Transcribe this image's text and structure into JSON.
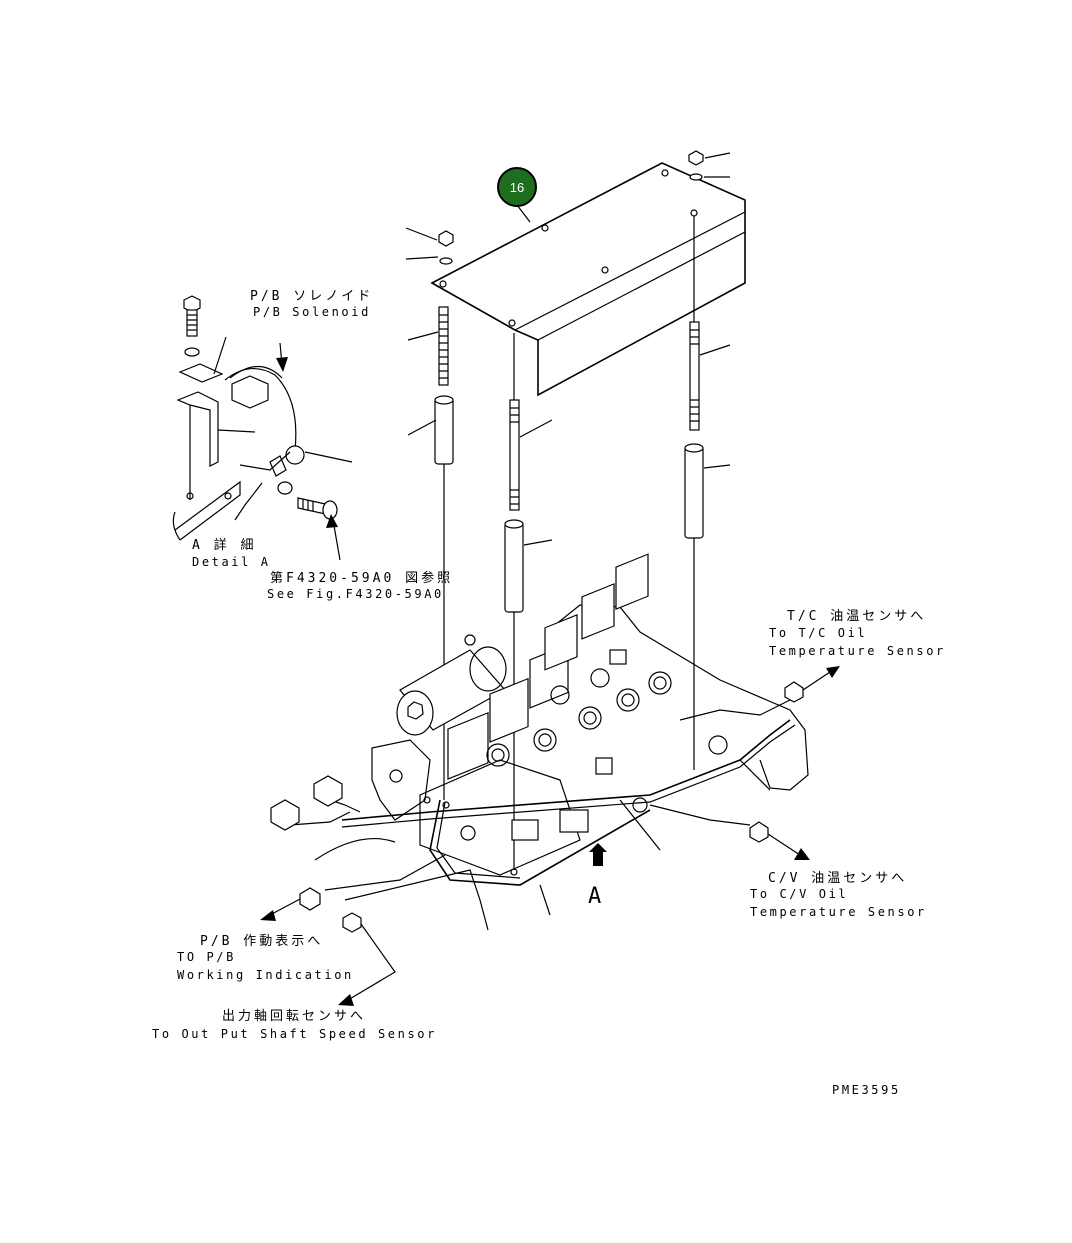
{
  "callout": {
    "number": "16",
    "color": "#1f6e1f"
  },
  "labels": {
    "pb_solenoid_jp": "P/B ソレノイド",
    "pb_solenoid_en": "P/B Solenoid",
    "detail_a_jp": "A 詳 細",
    "detail_a_en": "Detail A",
    "see_fig_jp": "第F4320-59A0 図参照",
    "see_fig_en": "See Fig.F4320-59A0",
    "tc_jp": "T/C 油温センサへ",
    "tc_en1": "To T/C Oil",
    "tc_en2": "Temperature Sensor",
    "cv_jp": "C/V 油温センサへ",
    "cv_en1": "To C/V Oil",
    "cv_en2": "Temperature Sensor",
    "pb_jp": "P/B 作動表示へ",
    "pb_en1": "TO P/B",
    "pb_en2": "Working Indication",
    "shaft_jp": "出力軸回転センサへ",
    "shaft_en": "To Out Put Shaft Speed Sensor",
    "view_a": "A",
    "drawing_code": "PME3595"
  }
}
